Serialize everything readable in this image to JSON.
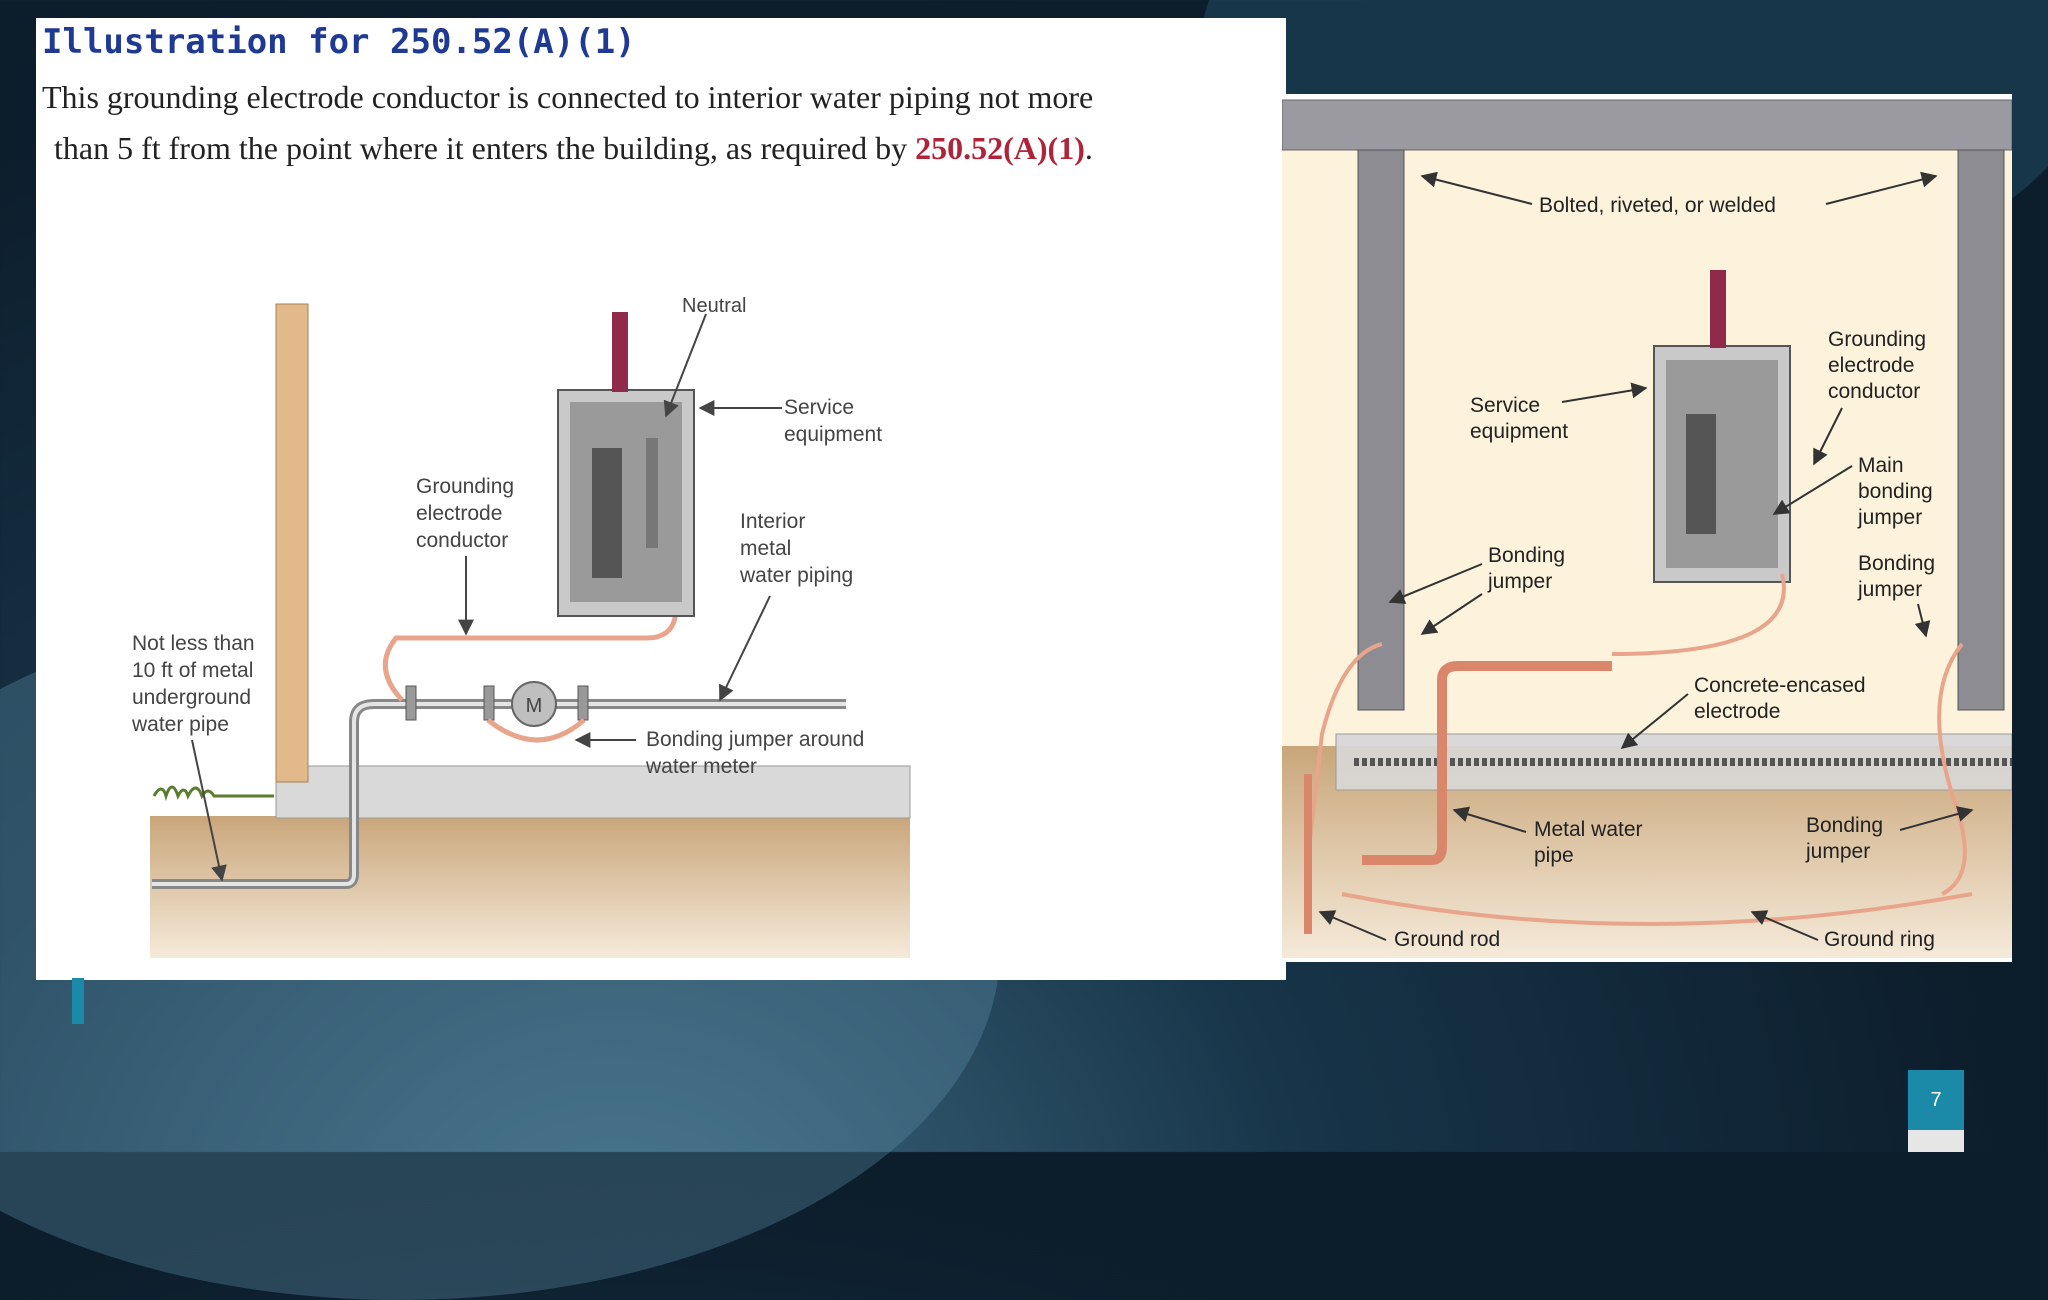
{
  "title": {
    "prefix": "Illustration for ",
    "ref": "250.52(A)(1)"
  },
  "caption": {
    "line1": "This grounding electrode conductor is connected to interior water piping not more",
    "line2_prefix": "than 5 ft from the point where it enters the building, as required by ",
    "line2_ref": "250.52(A)(1)",
    "line2_suffix": "."
  },
  "left_diagram": {
    "neutral": "Neutral",
    "service_equipment": [
      "Service",
      "equipment"
    ],
    "gec": [
      "Grounding",
      "electrode",
      "conductor"
    ],
    "interior_piping": [
      "Interior",
      "metal",
      "water piping"
    ],
    "not_less": [
      "Not less than",
      "10 ft of metal",
      "underground",
      "water pipe"
    ],
    "bonding_jumper_meter": [
      "Bonding jumper around",
      "water meter"
    ],
    "meter_symbol": "M"
  },
  "right_diagram": {
    "bolted": "Bolted, riveted, or welded",
    "service_equipment": [
      "Service",
      "equipment"
    ],
    "gec": [
      "Grounding",
      "electrode",
      "conductor"
    ],
    "main_bonding": [
      "Main",
      "bonding",
      "jumper"
    ],
    "bonding_left": [
      "Bonding",
      "jumper"
    ],
    "bonding_right": [
      "Bonding",
      "jumper"
    ],
    "concrete": [
      "Concrete-encased",
      "electrode"
    ],
    "metal_pipe": [
      "Metal water",
      "pipe"
    ],
    "bonding_bottom": [
      "Bonding",
      "jumper"
    ],
    "ground_rod": "Ground rod",
    "ground_ring": "Ground ring"
  },
  "slide_number": "7",
  "colors": {
    "accent": "#1b8aa8",
    "title": "#1f3a93",
    "reference": "#b0243a",
    "wire": "#e8a58c"
  }
}
